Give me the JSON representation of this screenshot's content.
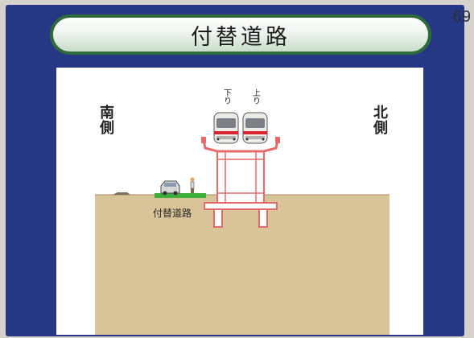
{
  "slide": {
    "page_number": "69",
    "title": "付替道路"
  },
  "diagram": {
    "south_label": "南側",
    "north_label": "北側",
    "road_label": "付替道路",
    "train_down_label": "下り",
    "train_up_label": "上り",
    "colors": {
      "ground": "#d9c49a",
      "road": "#3fae3a",
      "structure": "#e56a6a",
      "board": "#263783",
      "title_border": "#2f6b3a"
    }
  }
}
